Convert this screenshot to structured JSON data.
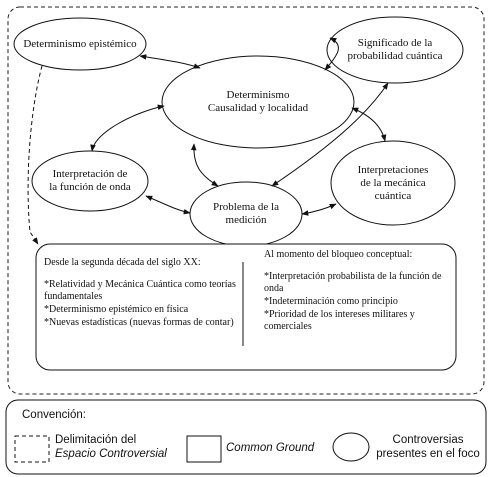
{
  "nodes": {
    "determinismo_epistemico": "Determinismo epistémico",
    "significado_probabilidad": [
      "Significado de la",
      "probabilidad cuántica"
    ],
    "determinismo_central": [
      "Determinismo",
      "Causalidad y localidad"
    ],
    "interpretacion_funcion_onda": [
      "Interpretación de",
      "la función de onda"
    ],
    "problema_medicion": [
      "Problema de la",
      "medición"
    ],
    "interpretaciones_mecanica": [
      "Interpretaciones",
      "de la mecánica",
      "cuántica"
    ]
  },
  "common_ground": {
    "left": {
      "title": "Desde la segunda década del siglo XX:",
      "items": [
        "*Relatividad y Mecánica Cuántica como teorías fundamentales",
        "*Determinismo epistémico en física",
        "*Nuevas estadísticas (nuevas formas de contar)"
      ]
    },
    "right": {
      "title": "Al momento del bloqueo conceptual:",
      "items": [
        "*Interpretación probabilista de la función de onda",
        "*Indeterminación como principio",
        "*Prioridad de los intereses militares y comerciales"
      ]
    }
  },
  "legend": {
    "title": "Convención:",
    "dashed_label_line1": "Delimitación del",
    "dashed_label_line2": "Espacio Controversial",
    "rect_label": "Common Ground",
    "ellipse_label_line1": "Controversias",
    "ellipse_label_line2": "presentes en el foco"
  }
}
